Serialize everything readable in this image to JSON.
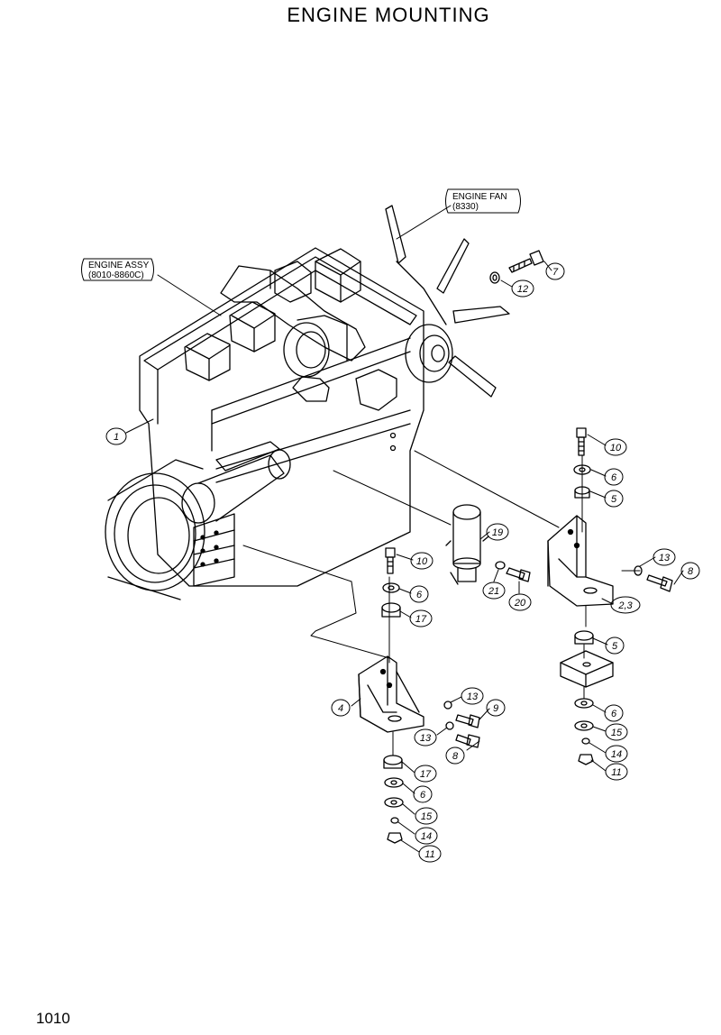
{
  "title": "ENGINE  MOUNTING",
  "page_number": "1010",
  "callouts": {
    "engine_fan": {
      "line1": "ENGINE FAN",
      "line2": "(8330)"
    },
    "engine_assy": {
      "line1": "ENGINE ASSY",
      "line2": "(8010-8860C)"
    }
  },
  "part_labels": [
    {
      "id": "p1",
      "text": "1"
    },
    {
      "id": "p7",
      "text": "7"
    },
    {
      "id": "p12",
      "text": "12"
    },
    {
      "id": "p10a",
      "text": "10"
    },
    {
      "id": "p6a",
      "text": "6"
    },
    {
      "id": "p5a",
      "text": "5"
    },
    {
      "id": "p13a",
      "text": "13"
    },
    {
      "id": "p8a",
      "text": "8"
    },
    {
      "id": "p23",
      "text": "2,3"
    },
    {
      "id": "p5b",
      "text": "5"
    },
    {
      "id": "p6b",
      "text": "6"
    },
    {
      "id": "p15a",
      "text": "15"
    },
    {
      "id": "p14a",
      "text": "14"
    },
    {
      "id": "p11a",
      "text": "11"
    },
    {
      "id": "p19",
      "text": "19"
    },
    {
      "id": "p21",
      "text": "21"
    },
    {
      "id": "p20",
      "text": "20"
    },
    {
      "id": "p10b",
      "text": "10"
    },
    {
      "id": "p6c",
      "text": "6"
    },
    {
      "id": "p17a",
      "text": "17"
    },
    {
      "id": "p4",
      "text": "4"
    },
    {
      "id": "p13b",
      "text": "13"
    },
    {
      "id": "p9",
      "text": "9"
    },
    {
      "id": "p13c",
      "text": "13"
    },
    {
      "id": "p8b",
      "text": "8"
    },
    {
      "id": "p17b",
      "text": "17"
    },
    {
      "id": "p6d",
      "text": "6"
    },
    {
      "id": "p15b",
      "text": "15"
    },
    {
      "id": "p14b",
      "text": "14"
    },
    {
      "id": "p11b",
      "text": "11"
    }
  ]
}
